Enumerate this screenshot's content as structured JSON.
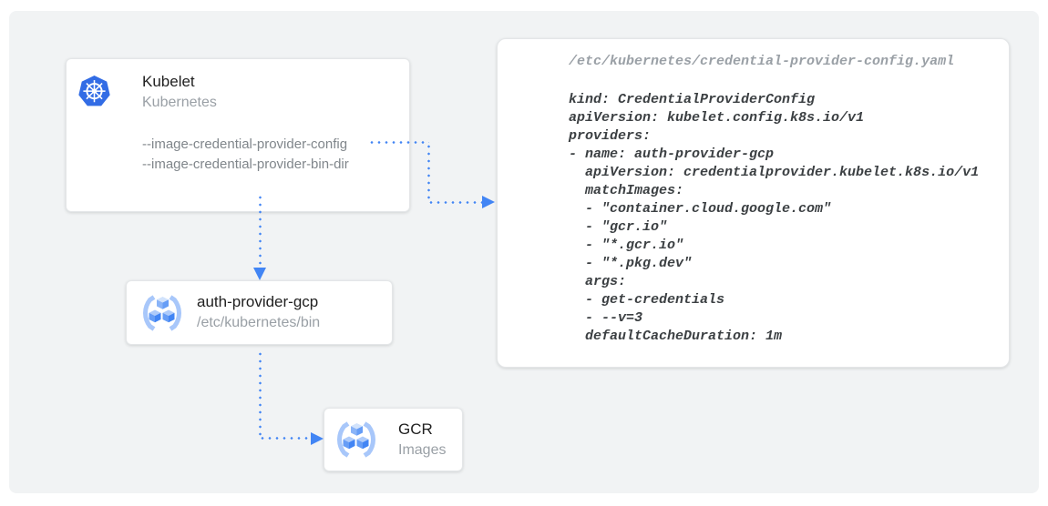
{
  "colors": {
    "panel_bg": "#f1f3f4",
    "card_bg": "#ffffff",
    "accent_blue": "#4285f4",
    "kubernetes_blue": "#326ce5",
    "title_text": "#212121",
    "muted_text": "#9aa0a6",
    "flag_text": "#80868b",
    "code_text": "#3c4043"
  },
  "nodes": {
    "kubelet": {
      "icon": "kubernetes-icon",
      "title": "Kubelet",
      "subtitle": "Kubernetes",
      "flags": [
        "--image-credential-provider-config",
        "--image-credential-provider-bin-dir"
      ]
    },
    "auth_provider": {
      "icon": "gcr-registry-icon",
      "title": "auth-provider-gcp",
      "subtitle": "/etc/kubernetes/bin"
    },
    "gcr": {
      "icon": "gcr-registry-icon",
      "title": "GCR",
      "subtitle": "Images"
    }
  },
  "code_card": {
    "file_path": "/etc/kubernetes/credential-provider-config.yaml",
    "yaml": "kind: CredentialProviderConfig\napiVersion: kubelet.config.k8s.io/v1\nproviders:\n- name: auth-provider-gcp\n  apiVersion: credentialprovider.kubelet.k8s.io/v1\n  matchImages:\n  - \"container.cloud.google.com\"\n  - \"gcr.io\"\n  - \"*.gcr.io\"\n  - \"*.pkg.dev\"\n  args:\n  - get-credentials\n  - --v=3\n  defaultCacheDuration: 1m"
  },
  "edges": [
    {
      "from": "kubelet --image-credential-provider-config",
      "to": "credential-provider-config.yaml",
      "style": "dotted-arrow"
    },
    {
      "from": "kubelet",
      "to": "auth-provider-gcp",
      "style": "dotted-arrow"
    },
    {
      "from": "auth-provider-gcp",
      "to": "GCR",
      "style": "dotted-arrow"
    }
  ]
}
